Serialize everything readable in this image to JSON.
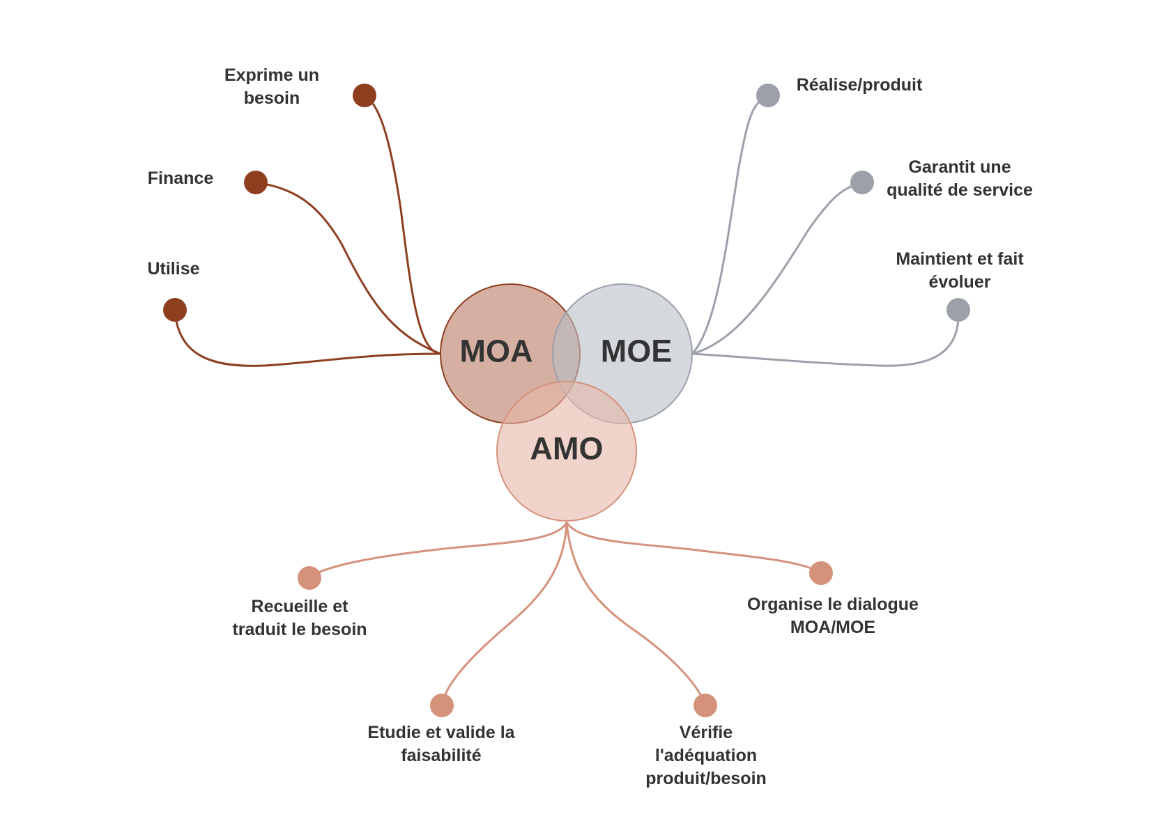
{
  "colors": {
    "moa": "#8e3f20",
    "moe": "#9ba0a9",
    "amo": "#d5927b",
    "text": "#333333"
  },
  "circles": {
    "moa": "MOA",
    "moe": "MOE",
    "amo": "AMO"
  },
  "moa_branches": [
    {
      "lines": [
        "Exprime un",
        "besoin"
      ]
    },
    {
      "lines": [
        "Finance"
      ]
    },
    {
      "lines": [
        "Utilise"
      ]
    }
  ],
  "moe_branches": [
    {
      "lines": [
        "Réalise/produit"
      ]
    },
    {
      "lines": [
        "Garantit une",
        "qualité de service"
      ]
    },
    {
      "lines": [
        "Maintient et fait",
        "évoluer"
      ]
    }
  ],
  "amo_branches": [
    {
      "lines": [
        "Recueille et",
        "traduit le besoin"
      ]
    },
    {
      "lines": [
        "Etudie et valide la",
        "faisabilité"
      ]
    },
    {
      "lines": [
        "Vérifie",
        "l'adéquation",
        "produit/besoin"
      ]
    },
    {
      "lines": [
        "Organise le dialogue",
        "MOA/MOE"
      ]
    }
  ]
}
